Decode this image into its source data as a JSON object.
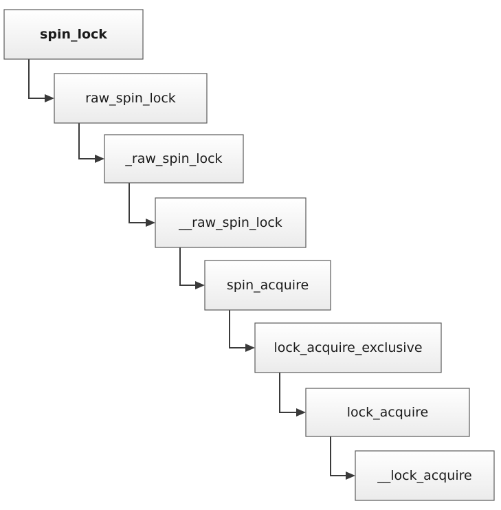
{
  "diagram": {
    "type": "call-chain",
    "nodes": [
      {
        "id": "spin-lock",
        "label": "spin_lock",
        "bold": true
      },
      {
        "id": "raw-spin-lock",
        "label": "raw_spin_lock",
        "bold": false
      },
      {
        "id": "underscore-raw-spin-lock",
        "label": "_raw_spin_lock",
        "bold": false
      },
      {
        "id": "double-underscore-raw-spin-lock",
        "label": "__raw_spin_lock",
        "bold": false
      },
      {
        "id": "spin-acquire",
        "label": "spin_acquire",
        "bold": false
      },
      {
        "id": "lock-acquire-exclusive",
        "label": "lock_acquire_exclusive",
        "bold": false
      },
      {
        "id": "lock-acquire",
        "label": "lock_acquire",
        "bold": false
      },
      {
        "id": "double-underscore-lock-acquire",
        "label": "__lock_acquire",
        "bold": false
      }
    ],
    "edges": [
      {
        "from": "spin-lock",
        "to": "raw-spin-lock"
      },
      {
        "from": "raw-spin-lock",
        "to": "underscore-raw-spin-lock"
      },
      {
        "from": "underscore-raw-spin-lock",
        "to": "double-underscore-raw-spin-lock"
      },
      {
        "from": "double-underscore-raw-spin-lock",
        "to": "spin-acquire"
      },
      {
        "from": "spin-acquire",
        "to": "lock-acquire-exclusive"
      },
      {
        "from": "lock-acquire-exclusive",
        "to": "lock-acquire"
      },
      {
        "from": "lock-acquire",
        "to": "double-underscore-lock-acquire"
      }
    ]
  }
}
